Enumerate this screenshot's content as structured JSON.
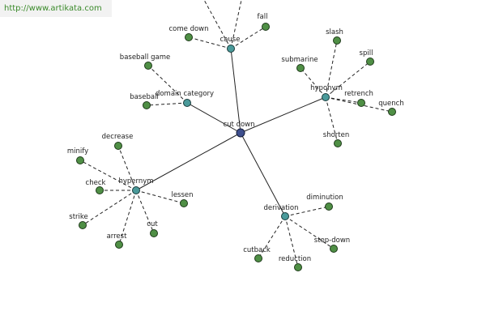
{
  "source_url": "http://www.artikata.com",
  "colors": {
    "leaf": "#4f8f45",
    "relation": "#4a9a9a",
    "center": "#3e4f8e"
  },
  "center": "cut down",
  "relations": [
    "cause",
    "domain category",
    "hyponym",
    "hypernym",
    "derivation"
  ],
  "relation_words": {
    "cause": [
      "come down",
      "fall"
    ],
    "domain category": [
      "baseball game",
      "baseball"
    ],
    "hyponym": [
      "submarine",
      "slash",
      "spill",
      "retrench",
      "quench",
      "shorten"
    ],
    "hypernym": [
      "decrease",
      "minify",
      "check",
      "lessen",
      "strike",
      "arrest",
      "cut"
    ],
    "derivation": [
      "diminution",
      "step-down",
      "reduction",
      "cutback"
    ]
  }
}
